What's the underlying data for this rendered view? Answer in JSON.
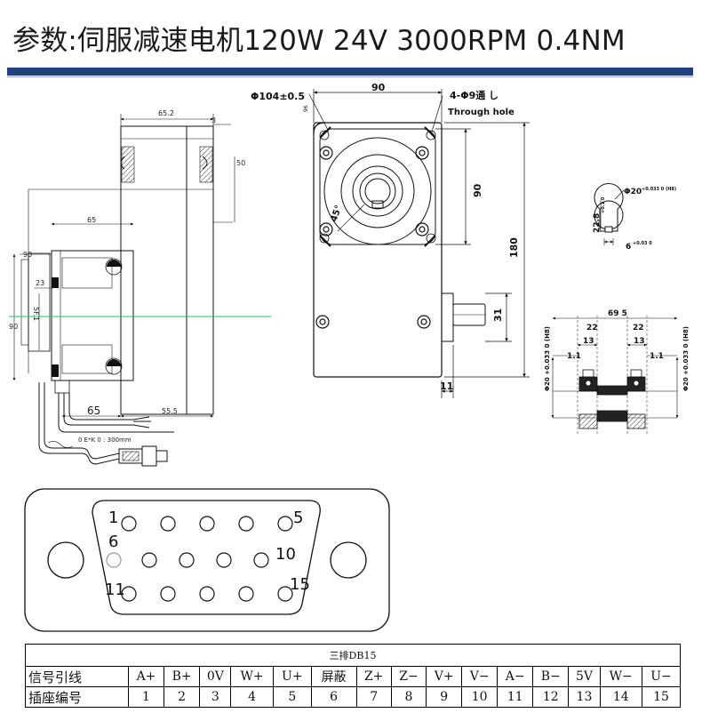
{
  "title": "参数:伺服减速电机120W 24V 3000RPM 0.4NM",
  "colors": {
    "rule": "#1f3f86",
    "centerline": "#22c55e",
    "ink": "#111111"
  },
  "side_view": {
    "dim_65_2": "65.2",
    "dim_3": "3",
    "dim_50": "50",
    "dim_65_top": "65",
    "dim_90_left": "90",
    "dim_23": "23",
    "dim_90_side": "90",
    "dim_5f": "5F.1",
    "dim_65_bottom": "65",
    "dim_55_5": "55.5",
    "cable_note": "0  E*K 0     : 300mm"
  },
  "front_view": {
    "phi104": "Φ104±0.5",
    "dim_90_top": "90",
    "hole_label": "4-Φ9通 し",
    "through_hole": "Through hole",
    "dim_96": "96",
    "dim_90_mid": "90",
    "angle": "45°",
    "dim_180": "180",
    "dim_31": "31",
    "dim_11": "11"
  },
  "shaft_detail": {
    "phi20": "Φ20",
    "phi20_tol": "+0.033 0 (H8)",
    "dim_22_8": "22.8",
    "dim_22_8_tol": "+0.1 0",
    "dim_6": "6",
    "dim_6_tol": "+0.03 0"
  },
  "coupling_detail": {
    "dim_69_5": "69 5",
    "dim_22_a": "22",
    "dim_22_b": "22",
    "dim_13_a": "13",
    "dim_13_b": "13",
    "dim_1_1_a": "1.1",
    "dim_1_1_b": "1.1",
    "phi20_left": "Φ20 +0.033 0 (H8)",
    "phi20_right": "Φ20 +0.033 0 (H8)"
  },
  "connector": {
    "pin_labels": [
      "1",
      "5",
      "6",
      "10",
      "11",
      "15"
    ]
  },
  "pin_table": {
    "header": "三排DB15",
    "row1_label": "信号引线",
    "row2_label": "插座编号",
    "signals": [
      "A+",
      "B+",
      "0V",
      "W+",
      "U+",
      "屏蔽",
      "Z+",
      "Z−",
      "V+",
      "V−",
      "A−",
      "B−",
      "5V",
      "W−",
      "U−"
    ],
    "numbers": [
      "1",
      "2",
      "3",
      "4",
      "5",
      "6",
      "7",
      "8",
      "9",
      "10",
      "11",
      "12",
      "13",
      "14",
      "15"
    ]
  }
}
